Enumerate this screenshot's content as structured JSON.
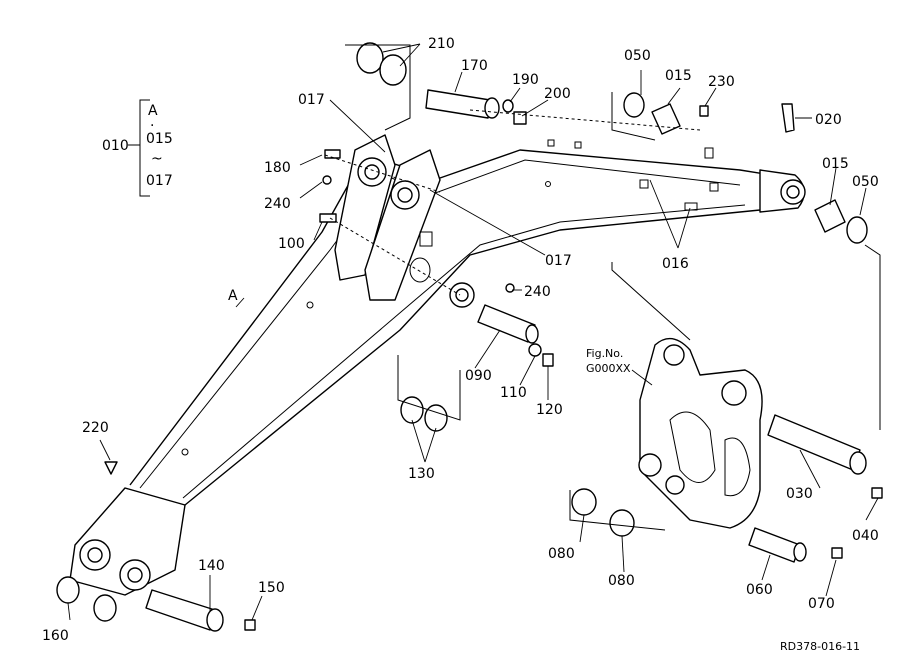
{
  "drawing": {
    "code": "RD378-016-11",
    "fig_ref": [
      "Fig.No.",
      "G000XX"
    ],
    "assembly": {
      "main": "010",
      "items": [
        "A",
        "015",
        "~",
        "017"
      ]
    },
    "marker_a": "A"
  },
  "callouts": {
    "p210": "210",
    "p170": "170",
    "p190": "190",
    "p200": "200",
    "p050a": "050",
    "p015a": "015",
    "p230": "230",
    "p020": "020",
    "p017a": "017",
    "p180": "180",
    "p240a": "240",
    "p100": "100",
    "p015b": "015",
    "p050b": "050",
    "p017b": "017",
    "p016": "016",
    "p240b": "240",
    "p090": "090",
    "p110": "110",
    "p120": "120",
    "p130": "130",
    "p220": "220",
    "p030": "030",
    "p040": "040",
    "p080a": "080",
    "p080b": "080",
    "p060": "060",
    "p070": "070",
    "p140": "140",
    "p150": "150",
    "p160": "160"
  }
}
